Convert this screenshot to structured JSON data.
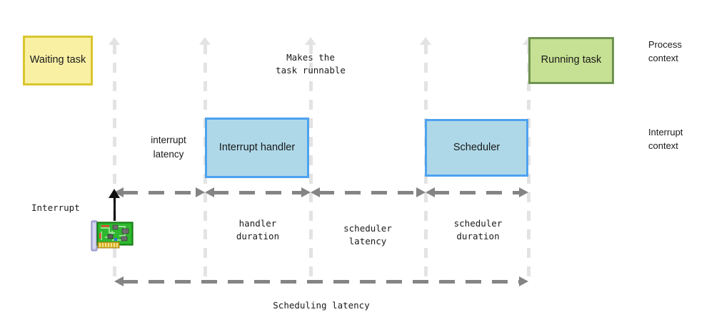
{
  "diagram": {
    "title": "Linux interrupt handling and scheduling latency timeline",
    "boxes": {
      "waiting_task": "Waiting\ntask",
      "running_task": "Running task",
      "interrupt_handler": "Interrupt\nhandler",
      "scheduler": "Scheduler"
    },
    "annotations": {
      "makes_runnable": "Makes the\ntask runnable",
      "interrupt_latency": "interrupt\nlatency",
      "handler_duration": "handler\nduration",
      "scheduler_latency": "scheduler\nlatency",
      "scheduler_duration": "scheduler\nduration",
      "scheduling_latency": "Scheduling latency",
      "interrupt": "Interrupt"
    },
    "contexts": {
      "process": "Process\ncontext",
      "interrupt": "Interrupt\ncontext"
    },
    "icons": {
      "event_source": "pci-card-icon"
    },
    "colors": {
      "waiting_fill": "#f9f0a4",
      "waiting_border": "#d9c62d",
      "running_fill": "#c6e193",
      "running_border": "#6f9350",
      "interrupt_fill": "#aed8e8",
      "interrupt_border": "#4da2f0",
      "guide_line": "#e3e3e3",
      "measure_arrow": "#848484",
      "irq_arrow": "#111111"
    }
  }
}
